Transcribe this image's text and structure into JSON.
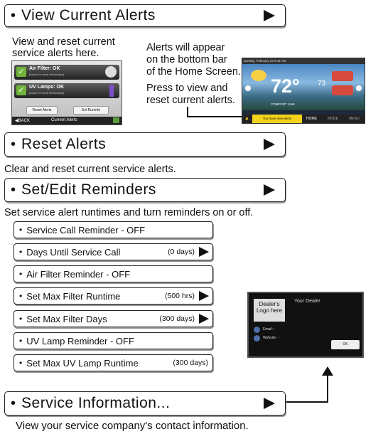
{
  "view_alerts": {
    "label": "View Current Alerts",
    "desc_line1": "View and reset current",
    "desc_line2": "service alerts here.",
    "screen": {
      "alert1_title": "Air Filter: OK",
      "alert1_sub": "(touch for more information)",
      "alert2_title": "UV Lamps: OK",
      "alert2_sub": "(touch for more information)",
      "reset_alerts": "Reset Alerts",
      "set_run_info": "Set RunInfo",
      "back": "◀BACK",
      "title": "Current Alerts"
    }
  },
  "home_note": {
    "line1": "Alerts will appear",
    "line2": "on the bottom bar",
    "line3": "of the Home Screen.",
    "line4": "Press to view and",
    "line5": "reset current alerts.",
    "screen": {
      "date": "Sunday, February 22  9:41 AM",
      "temp": "72°",
      "setpoint": "73",
      "alert_text": "You have new alerts",
      "home": "HOME",
      "mode": "MODE",
      "menu": "MENU",
      "comfort": "COMFORT LINK"
    }
  },
  "reset_alerts": {
    "label": "Reset Alerts",
    "desc": "Clear and reset current service alerts."
  },
  "reminders": {
    "label": "Set/Edit Reminders",
    "desc": "Set service alert runtimes and turn reminders on or off.",
    "items": [
      {
        "label": "Service Call Reminder - OFF",
        "value": ""
      },
      {
        "label": "Days Until Service Call",
        "value": "(0 days)"
      },
      {
        "label": "Air Filter Reminder - OFF",
        "value": ""
      },
      {
        "label": "Set Max Filter Runtime",
        "value": "(500 hrs)"
      },
      {
        "label": "Set Max Filter Days",
        "value": "(300 days)"
      },
      {
        "label": "UV Lamp Reminder - OFF",
        "value": ""
      },
      {
        "label": "Set Max UV Lamp Runtime",
        "value": "(300 days)"
      }
    ]
  },
  "dealer": {
    "logo": "Dealer's Logo here",
    "your_dealer": "Your Dealer",
    "email": "Email: -",
    "website": "Website: -",
    "ok": "OK"
  },
  "service_info": {
    "label": "Service Information...",
    "desc": "View your service company's contact information."
  }
}
